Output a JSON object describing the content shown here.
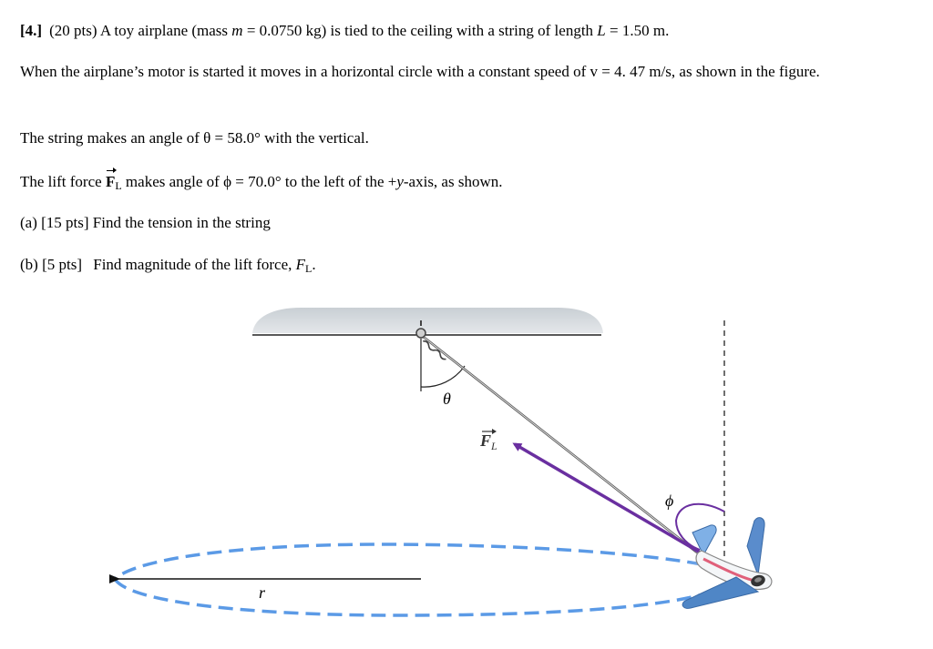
{
  "problem": {
    "number": "[4.]",
    "points": "(20 pts)",
    "intro": "A toy airplane (mass",
    "mass_var": "m",
    "mass_value": "= 0.0750 kg) is tied to the ceiling with a string of  length",
    "length_var": "L",
    "length_value": "= 1.50 m.",
    "motion_text": "When the airplane’s motor is started it moves in a horizontal circle with a constant speed of v = 4. 47 m/s, as shown in the figure.",
    "angle_pre": "The string makes an angle of",
    "theta_sym": "θ",
    "angle_post": "= 58.0° with the vertical.",
    "lift_pre": "The lift force",
    "lift_vec": "F",
    "lift_sub": "L",
    "lift_mid": "makes angle of",
    "phi_sym": "ϕ",
    "lift_mid2": "= 70.0° to the left of the +",
    "y_var": "y",
    "lift_post": "-axis, as shown.",
    "part_a_label": "(a)",
    "part_a_pts": "[15 pts]",
    "part_a_text": "Find the tension in the string",
    "part_b_label": "(b)",
    "part_b_pts": "[5 pts]",
    "part_b_text": "Find magnitude of the lift force,",
    "part_b_var": "F",
    "part_b_sub": "L",
    "part_b_end": "."
  },
  "figure": {
    "theta_label": "θ",
    "lift_label": "F",
    "lift_label_sub": "L",
    "phi_label": "ϕ",
    "radius_label": "r",
    "colors": {
      "ceiling": "#d3d8dc",
      "path": "#4a90e2",
      "lift_arrow": "#6a2fa0",
      "airplane_body": "#4f86c6",
      "string": "#555555"
    }
  }
}
